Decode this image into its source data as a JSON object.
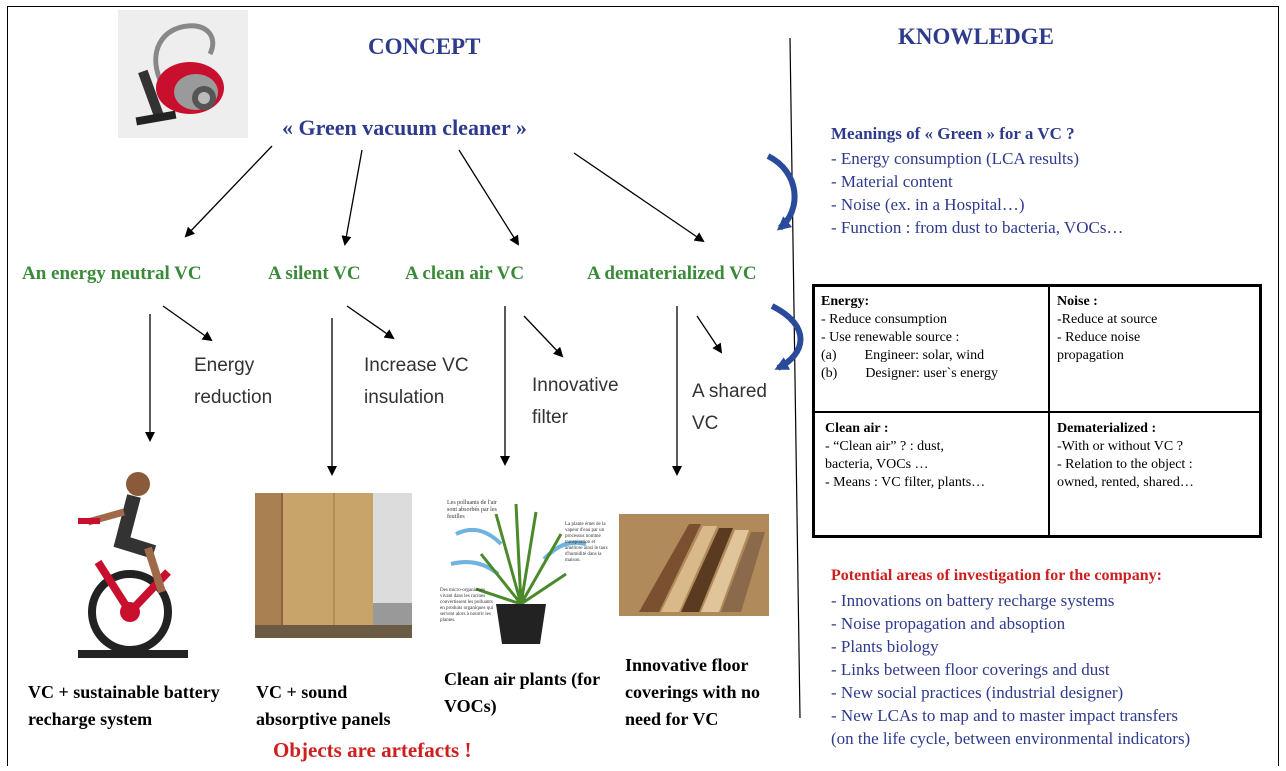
{
  "concept": {
    "heading": "CONCEPT",
    "root": "« Green vacuum cleaner »",
    "branches": [
      {
        "title": "An  energy neutral VC",
        "sub": "Energy reduction",
        "product": "VC + sustainable battery recharge system"
      },
      {
        "title": "A  silent VC",
        "sub": "Increase VC insulation",
        "product": "VC + sound absorptive panels"
      },
      {
        "title": "A clean air VC",
        "sub": "Innovative filter",
        "product": "Clean air plants (for VOCs)"
      },
      {
        "title": "A dematerialized  VC",
        "sub": "A shared VC",
        "product": "Innovative floor coverings with no need for VC"
      }
    ],
    "footer": "Objects are artefacts !",
    "plant_caption_left": "Les polluants de l'air sont absorbés par les feuilles",
    "plant_caption_right": "La plante émet de la vapeur d'eau par un processus nommé transpiration et améliore ainsi le taux d'humidité dans la maison.",
    "plant_caption_bottom": "Des micro-organismes vivant dans les racines convertissent les polluants en produits organiques qui servent alors à nourrir les plantes."
  },
  "knowledge": {
    "heading": "KNOWLEDGE",
    "meanings_title": "Meanings of « Green » for a VC ?",
    "meanings": [
      "- Energy consumption  (LCA results)",
      "- Material content",
      "- Noise (ex. in a Hospital…)",
      "- Function : from dust to bacteria, VOCs…"
    ],
    "table": {
      "energy": {
        "title": "Energy:",
        "lines": [
          "- Reduce consumption",
          "- Use renewable source :",
          "(a)        Engineer: solar, wind",
          "(b)        Designer: user`s energy"
        ]
      },
      "noise": {
        "title": "Noise :",
        "lines": [
          "-Reduce at source",
          "- Reduce noise",
          "propagation"
        ]
      },
      "clean_air": {
        "title": "Clean air :",
        "lines": [
          "- “Clean air” ? : dust,",
          "bacteria, VOCs …",
          "- Means : VC filter, plants…"
        ]
      },
      "dematerialized": {
        "title": "Dematerialized :",
        "lines": [
          "-With or without VC ?",
          "- Relation to the object :",
          "owned, rented, shared…"
        ]
      }
    },
    "areas_title": "Potential areas  of  investigation for the company:",
    "areas": [
      "- Innovations on battery recharge systems",
      "- Noise propagation and absoption",
      "- Plants biology",
      "- Links between floor coverings and dust",
      "- New social practices (industrial designer)",
      "- New LCAs to map and to master impact transfers",
      "(on the life cycle, between environmental indicators)"
    ]
  },
  "colors": {
    "heading_blue": "#2e3a8c",
    "branch_green": "#3a8a3a",
    "alert_red": "#cc2020",
    "curved_arrow": "#2a4a9a"
  }
}
